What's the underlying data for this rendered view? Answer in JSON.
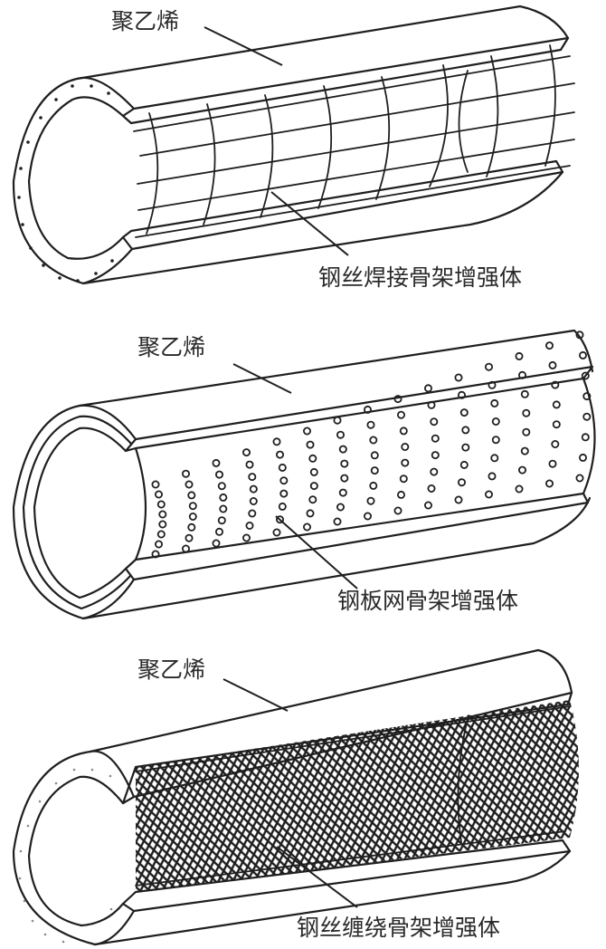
{
  "figure": {
    "panels": [
      {
        "id": "welded-wire",
        "outer_label": "聚乙烯",
        "reinforcement_label": "钢丝焊接骨架增强体",
        "reinforcement_type": "welded-steel-wire-frame"
      },
      {
        "id": "perforated-plate",
        "outer_label": "聚乙烯",
        "reinforcement_label": "钢板网骨架增强体",
        "reinforcement_type": "perforated-steel-plate-mesh"
      },
      {
        "id": "wound-wire",
        "outer_label": "聚乙烯",
        "reinforcement_label": "钢丝缠绕骨架增强体",
        "reinforcement_type": "wound-steel-wire-mesh"
      }
    ]
  },
  "colors": {
    "line": "#1f1f1f",
    "text": "#2a2a2a",
    "background": "#ffffff"
  }
}
